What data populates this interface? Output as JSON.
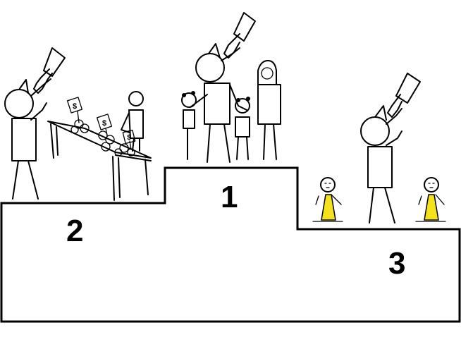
{
  "podium": {
    "first_label": "1",
    "second_label": "2",
    "third_label": "3"
  },
  "market": {
    "price_tag_symbol": "$"
  },
  "colors": {
    "line": "#000000",
    "monk_robe": "#f5e21a",
    "background": "#ffffff"
  }
}
